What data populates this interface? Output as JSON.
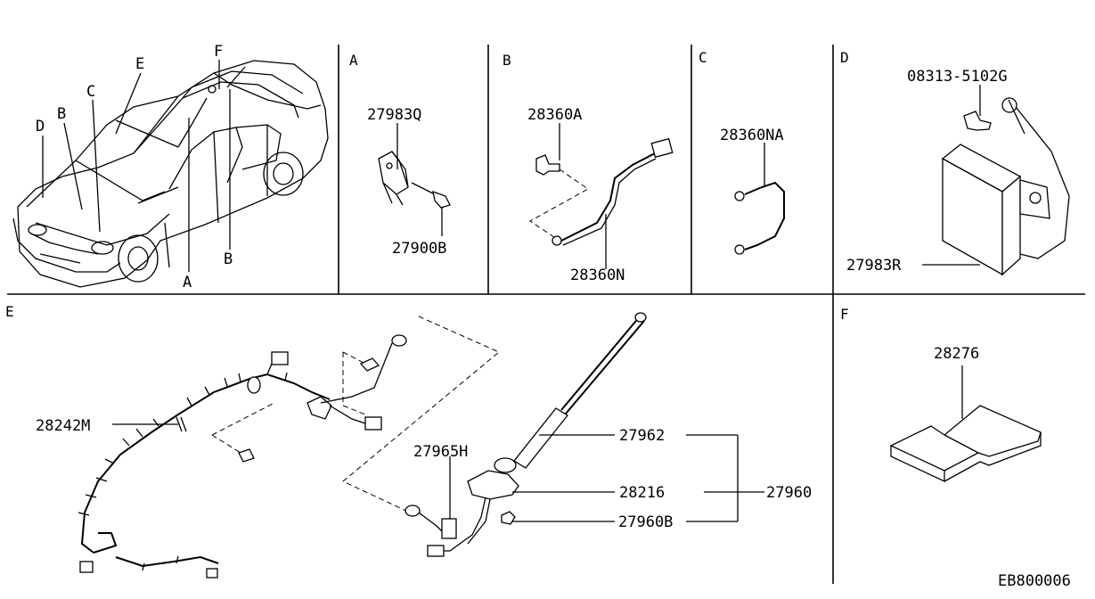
{
  "sections": {
    "A": "A",
    "B": "B",
    "C": "C",
    "D": "D",
    "E": "E",
    "F": "F"
  },
  "overview_callouts": {
    "a": "A",
    "b_left": "B",
    "b_right": "B",
    "c": "C",
    "d": "D",
    "e": "E",
    "f": "F"
  },
  "parts": {
    "p27983Q": "27983Q",
    "p27900B": "27900B",
    "p28360A": "28360A",
    "p28360N": "28360N",
    "p28360NA": "28360NA",
    "p08313": "08313-5102G",
    "p27983R": "27983R",
    "p28242M": "28242M",
    "p27965H": "27965H",
    "p27962": "27962",
    "p28216": "28216",
    "p27960": "27960",
    "p27960B": "27960B",
    "p28276": "28276"
  },
  "diagram_code": "EB800006"
}
